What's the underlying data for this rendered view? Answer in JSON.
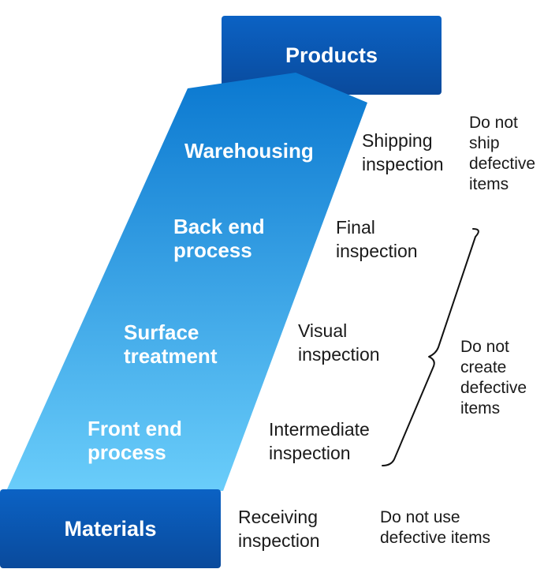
{
  "colors": {
    "box_top": "#0d5bb8",
    "box_bottom": "#0a4fa3",
    "band_top": "#0a78d0",
    "band_bottom": "#6acdfa",
    "text_dark": "#1a1a1a",
    "bracket": "#111111"
  },
  "products": {
    "label": "Products"
  },
  "materials": {
    "label": "Materials"
  },
  "stages": [
    {
      "label": "Warehousing"
    },
    {
      "label": "Back end\nprocess"
    },
    {
      "label": "Surface\ntreatment"
    },
    {
      "label": "Front end\nprocess"
    }
  ],
  "inspections": [
    {
      "label": "Shipping\ninspection"
    },
    {
      "label": "Final\ninspection"
    },
    {
      "label": "Visual\ninspection"
    },
    {
      "label": "Intermediate\ninspection"
    },
    {
      "label": "Receiving\ninspection"
    }
  ],
  "notes": {
    "ship": "Do not\nship\ndefective\nitems",
    "create": "Do not\ncreate\ndefective\nitems",
    "use": "Do not use\ndefective items"
  }
}
